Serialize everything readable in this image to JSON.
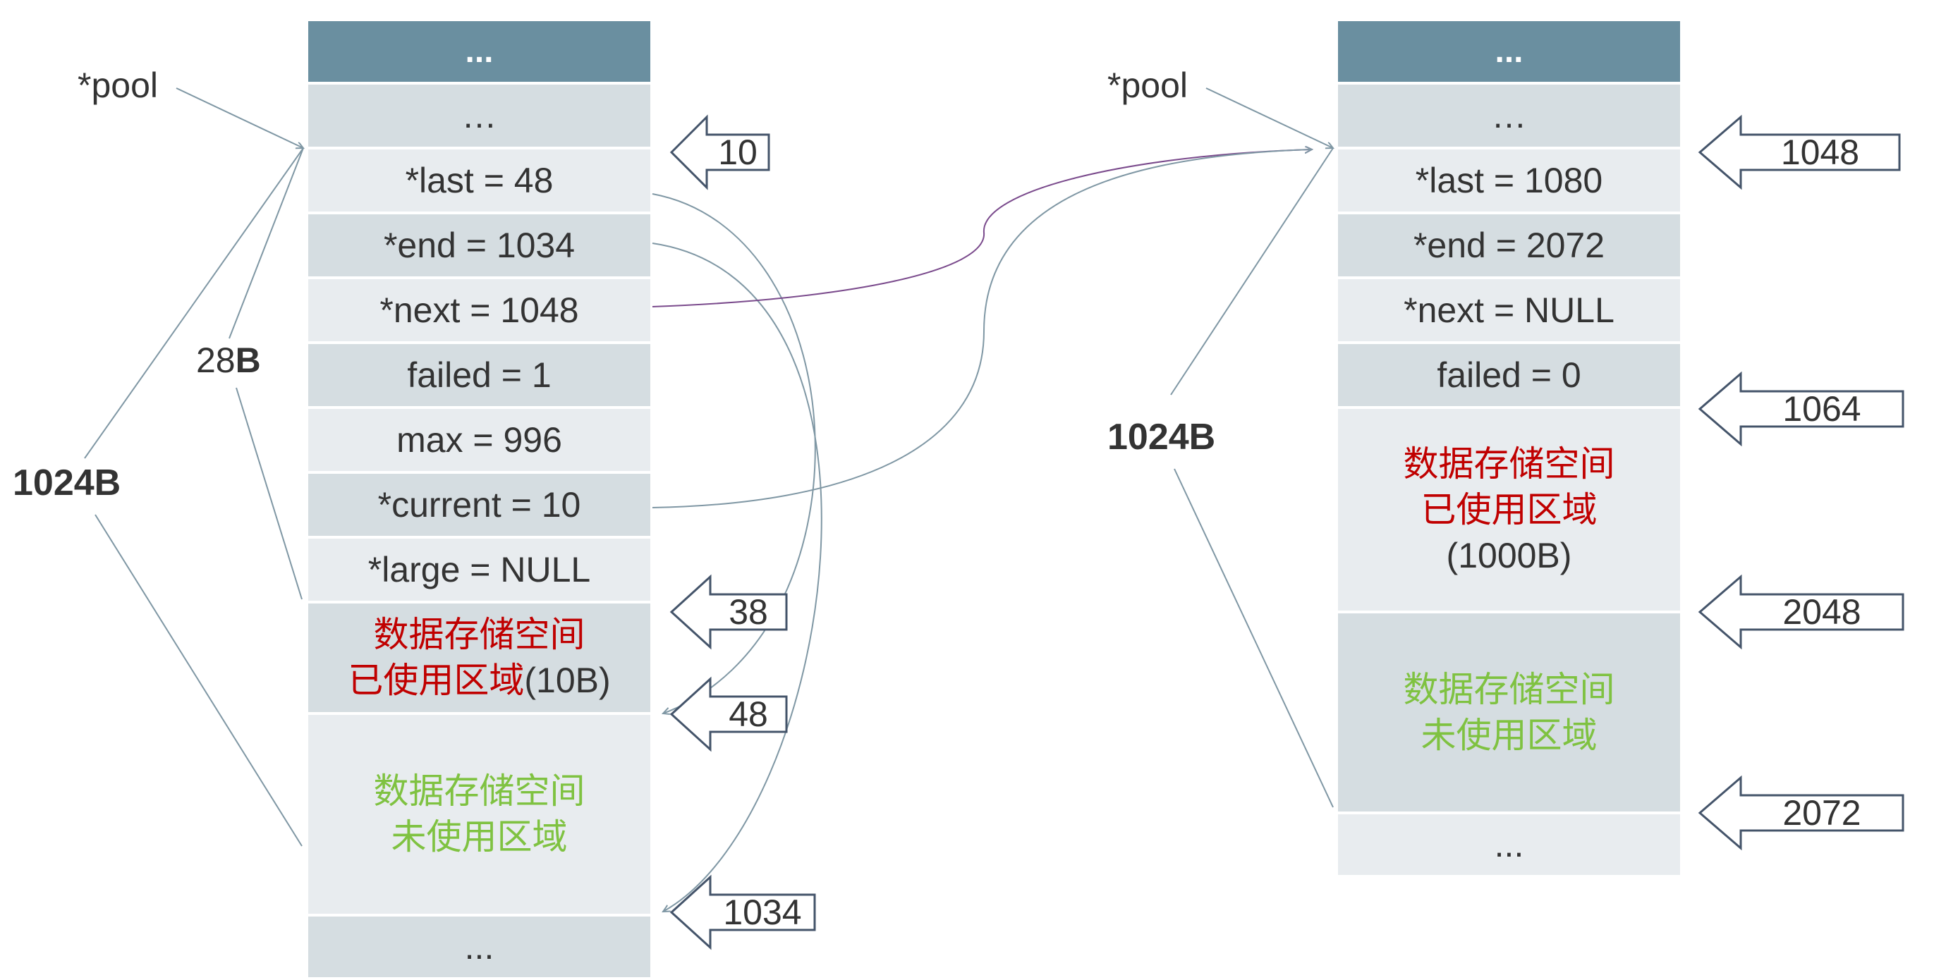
{
  "left_block": {
    "pool_label": "*pool",
    "size_label": "1024B",
    "header_size_number": "28",
    "header_size_unit": "B",
    "head": "...",
    "cells": [
      "…",
      "*last = 48",
      "*end = 1034",
      "*next = 1048",
      "failed = 1",
      "max = 996",
      "*current = 10",
      "*large = NULL"
    ],
    "used_line1": "数据存储空间",
    "used_line2": "已使用区域",
    "used_size": "(10B)",
    "unused_line1": "数据存储空间",
    "unused_line2": "未使用区域",
    "tail": "...",
    "offsets": [
      "10",
      "38",
      "48",
      "1034"
    ]
  },
  "right_block": {
    "pool_label": "*pool",
    "size_label": "1024B",
    "head": "...",
    "cells": [
      "…",
      "*last = 1080",
      "*end = 2072",
      "*next = NULL",
      "failed = 0"
    ],
    "used_line1": "数据存储空间",
    "used_line2": "已使用区域",
    "used_size": "(1000B)",
    "unused_line1": "数据存储空间",
    "unused_line2": "未使用区域",
    "tail": "...",
    "offsets": [
      "1048",
      "1064",
      "2048",
      "2072"
    ]
  },
  "colors": {
    "header": "#6a8fa0",
    "cell_light": "#e8ecef",
    "cell_dark": "#d5dde1",
    "used_text": "#c00000",
    "unused_text": "#7fc241",
    "line": "#7f97a4",
    "next_link": "#7a4a8c",
    "arrow_outline": "#44546a"
  }
}
